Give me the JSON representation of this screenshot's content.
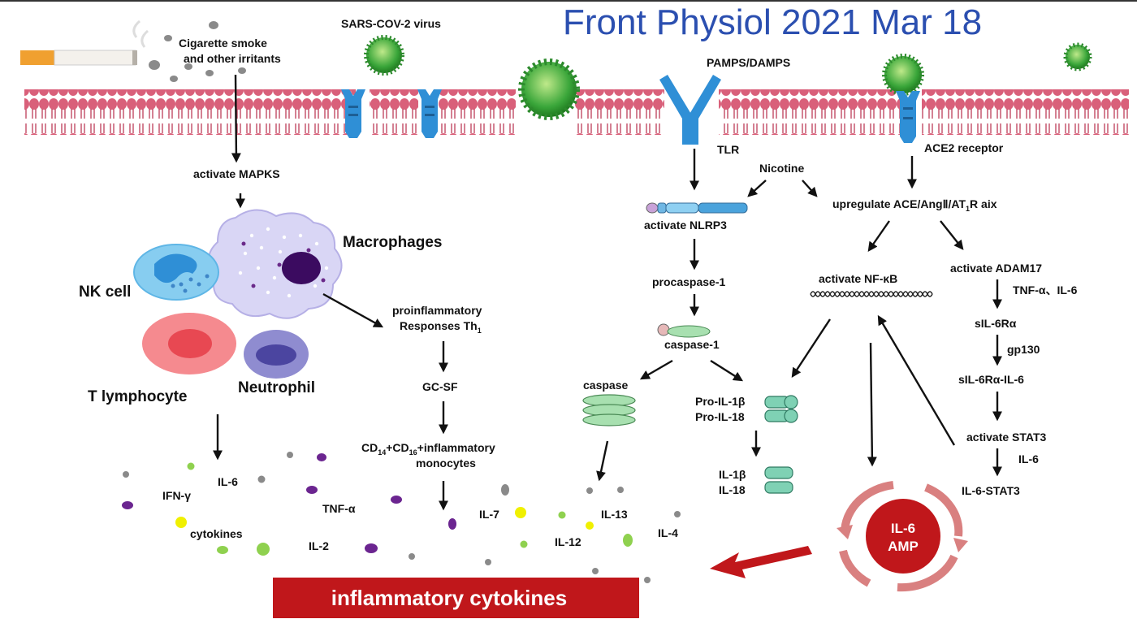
{
  "header": {
    "title": "Front Physiol 2021 Mar 18"
  },
  "colors": {
    "membrane": "#d9607a",
    "receptor": "#2f8fd6",
    "virus": "#3aa63a",
    "banner": "#c0171b",
    "cytokine_purple": "#6b2590",
    "cytokine_green": "#8fd14f",
    "cytokine_yellow": "#f0f000",
    "cytokine_gray": "#8a8a8a"
  },
  "left": {
    "smoke_label_1": "Cigarette smoke",
    "smoke_label_2": "and other irritants",
    "virus_label": "SARS-COV-2 virus",
    "mapks": "activate MAPKS",
    "macrophages": "Macrophages",
    "nk_cell": "NK cell",
    "t_lymphocyte": "T lymphocyte",
    "neutrophil": "Neutrophil",
    "proinflam_1": "proinflammatory",
    "proinflam_2": "Responses Th",
    "proinflam_sub": "1",
    "gcsf": "GC-SF",
    "cd_a": "CD",
    "cd_a_sub": "14",
    "cd_b": "+CD",
    "cd_b_sub": "16",
    "cd_c": "+inflammatory",
    "monocytes": "monocytes"
  },
  "cytokine_labels": {
    "il6": "IL-6",
    "ifn": "IFN-γ",
    "tnf": "TNF-α",
    "cytokines": "cytokines",
    "il2": "IL-2",
    "il7": "IL-7",
    "il13": "IL-13",
    "il12": "IL-12",
    "il4": "IL-4"
  },
  "middle": {
    "pamps": "PAMPS/DAMPS",
    "tlr": "TLR",
    "nicotine": "Nicotine",
    "nlrp3": "activate  NLRP3",
    "procaspase": "procaspase-1",
    "caspase1": "caspase-1",
    "caspase": "caspase",
    "pro_il1b": "Pro-IL-1β",
    "pro_il18": "Pro-IL-18",
    "il1b": "IL-1β",
    "il18": "IL-18"
  },
  "right": {
    "ace2": "ACE2 receptor",
    "upregulate_a": "upregulate ACE/Ang",
    "upregulate_b": "Ⅱ",
    "upregulate_c": "/AT",
    "upregulate_sub": "1",
    "upregulate_d": "R aix",
    "nfkb": "activate  NF-κB",
    "adam17": "activate  ADAM17",
    "tnf_il6": "TNF-α、IL-6",
    "sil6ra": "sIL-6Rα",
    "gp130": "gp130",
    "sil6ra_il6": "sIL-6Rα-IL-6",
    "stat3": "activate STAT3",
    "il6": "IL-6",
    "il6_stat3": "IL-6-STAT3",
    "amp_1": "IL-6",
    "amp_2": "AMP"
  },
  "banner": {
    "text": "inflammatory cytokines"
  }
}
